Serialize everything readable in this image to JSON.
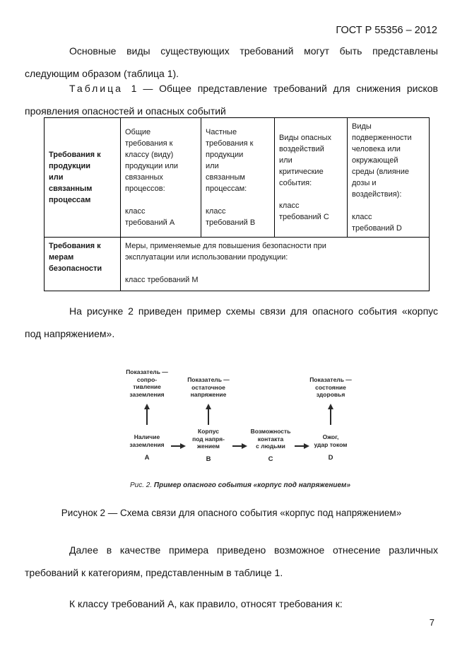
{
  "header": {
    "doc_number": "ГОСТ Р 55356 – 2012"
  },
  "paragraphs": {
    "intro": {
      "l1": "Основные виды существующих требований могут быть представлены",
      "l2": "следующим образом (таблица 1)."
    },
    "table_caption": {
      "label": "Таблица 1",
      "l1_rest": "— Общее представление требований для снижения рисков",
      "l2": "проявления опасностей и опасных событий"
    },
    "fig_intro": {
      "l1": "На рисунке 2 приведен пример схемы связи для опасного события «корпус",
      "l2": "под напряжением»."
    },
    "fig_caption": "Рисунок 2 — Схема связи для опасного события «корпус под напряжением»",
    "after1": {
      "l1": "Далее в качестве примера приведено возможное отнесение различных",
      "l2": "требований к категориям, представленным в таблице 1."
    },
    "after2": "К классу требований А, как правило, относят требования к:"
  },
  "table1": {
    "row1": {
      "c1": "Требования к\nпродукции\nили\nсвязанным\nпроцессам",
      "c2": "Общие\nтребования к\nклассу (виду)\nпродукции или\nсвязанных\nпроцессов:\n\nкласс\nтребований А",
      "c3": "Частные\nтребования к\nпродукции\nили\nсвязанным\nпроцессам:\n\nкласс\nтребований В",
      "c4": "Виды опасных\nвоздействий\nили\nкритические\nсобытия:\n\nкласс\nтребований С",
      "c5": "Виды\nподверженности\nчеловека или\nокружающей\nсреды (влияние\nдозы и\nвоздействия):\n\nкласс\nтребований D"
    },
    "row2": {
      "c1": "Требования к\nмерам\nбезопасности",
      "c2": "Меры, применяемые для повышения безопасности при\nэксплуатации или использовании продукции:\n\nкласс требований М"
    }
  },
  "figure": {
    "indicators": {
      "a": "Показатель —\nсопро-\nтивление\nзаземления",
      "b": "Показатель —\nостаточное\nнапряжение",
      "d": "Показатель —\nсостояние\nздоровья"
    },
    "events": {
      "a": "Наличие\nзаземления",
      "b": "Корпус\nпод напря-\nжением",
      "c": "Возможность\nконтакта\nс людьми",
      "d": "Ожог,\nудар током"
    },
    "letters": {
      "a": "А",
      "b": "В",
      "c": "С",
      "d": "D"
    },
    "caption": {
      "prefix": "Рис. 2.",
      "text": "Пример опасного события «корпус под напряжением»"
    }
  },
  "footer": {
    "page_number": "7"
  }
}
